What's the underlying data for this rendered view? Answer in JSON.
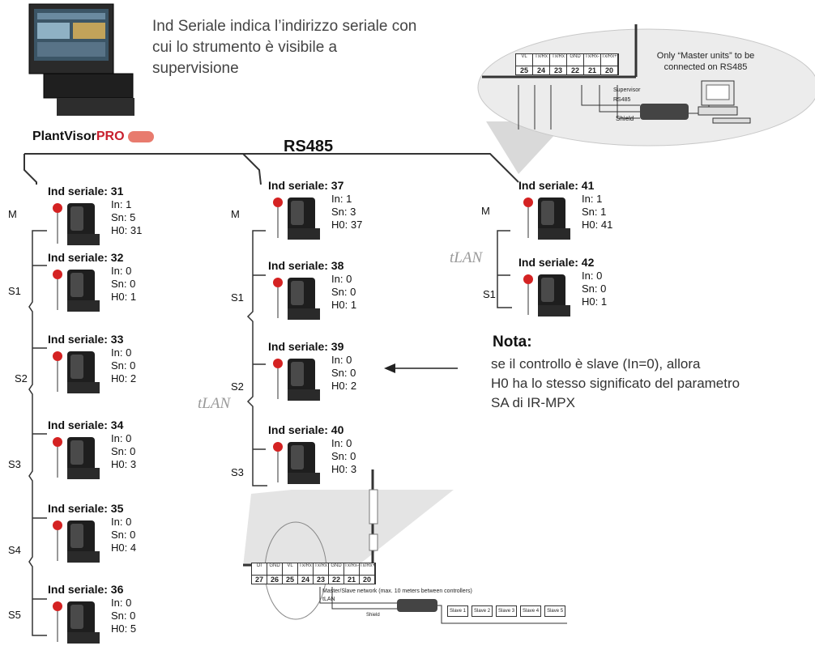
{
  "intro_text": "Ind Seriale indica l’indirizzo seriale con cui lo strumento è visibile a supervisione",
  "logo": {
    "text": "PlantVisor",
    "suffix": "PRO"
  },
  "bus_label": "RS485",
  "tlan_label": "tLAN",
  "nota": {
    "title": "Nota:",
    "lines": [
      "se il controllo è slave (In=0), allora",
      "H0 ha lo stesso significato del parametro",
      "SA di IR-MPX"
    ]
  },
  "controllers": [
    {
      "ind": "Ind seriale: 31",
      "role": "M",
      "in": "In: 1",
      "sn": "Sn: 5",
      "h0": "H0: 31"
    },
    {
      "ind": "Ind seriale: 32",
      "role": "S1",
      "in": "In: 0",
      "sn": "Sn: 0",
      "h0": "H0: 1"
    },
    {
      "ind": "Ind seriale: 33",
      "role": "S2",
      "in": "In: 0",
      "sn": "Sn: 0",
      "h0": "H0: 2"
    },
    {
      "ind": "Ind seriale: 34",
      "role": "S3",
      "in": "In: 0",
      "sn": "Sn: 0",
      "h0": "H0: 3"
    },
    {
      "ind": "Ind seriale: 35",
      "role": "S4",
      "in": "In: 0",
      "sn": "Sn: 0",
      "h0": "H0: 4"
    },
    {
      "ind": "Ind seriale: 36",
      "role": "S5",
      "in": "In: 0",
      "sn": "Sn: 0",
      "h0": "H0: 5"
    },
    {
      "ind": "Ind seriale: 37",
      "role": "M",
      "in": "In: 1",
      "sn": "Sn: 3",
      "h0": "H0: 37"
    },
    {
      "ind": "Ind seriale: 38",
      "role": "S1",
      "in": "In: 0",
      "sn": "Sn: 0",
      "h0": "H0: 1"
    },
    {
      "ind": "Ind seriale: 39",
      "role": "S2",
      "in": "In: 0",
      "sn": "Sn: 0",
      "h0": "H0: 2"
    },
    {
      "ind": "Ind seriale: 40",
      "role": "S3",
      "in": "In: 0",
      "sn": "Sn: 0",
      "h0": "H0: 3"
    },
    {
      "ind": "Ind seriale: 41",
      "role": "M",
      "in": "In: 1",
      "sn": "Sn: 1",
      "h0": "H0: 41"
    },
    {
      "ind": "Ind seriale: 42",
      "role": "S1",
      "in": "In: 0",
      "sn": "Sn: 0",
      "h0": "H0: 1"
    }
  ],
  "top_detail": {
    "callout": "Only “Master units” to be connected on RS485",
    "terminals": [
      "25",
      "24",
      "23",
      "22",
      "21",
      "20"
    ],
    "terminal_heads": [
      "VL",
      "Tx/Rx",
      "Tx/Rx",
      "GND",
      "Tx/Rx-",
      "Tx/Rx+"
    ],
    "supervisor": "Supervisor",
    "rs485": "RS485",
    "shield": "Shield"
  },
  "bottom_detail": {
    "terminals": [
      "27",
      "26",
      "25",
      "24",
      "23",
      "22",
      "21",
      "20"
    ],
    "terminal_heads": [
      "DI",
      "GND",
      "VL",
      "Tx/Rx",
      "Tx/Rx",
      "GND",
      "Tx/Rx-",
      "Tx/Rx+"
    ],
    "network_text": "Master/Slave network (max. 10 meters between controllers)",
    "tlan": "tLAN",
    "shield": "Shield",
    "slaves": [
      "Slave 1",
      "Slave 2",
      "Slave 3",
      "Slave 4",
      "Slave 5"
    ]
  }
}
